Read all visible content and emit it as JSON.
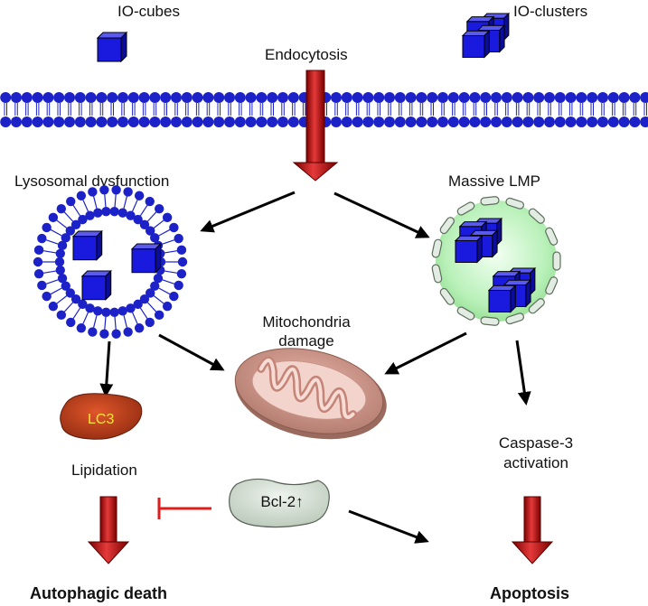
{
  "labels": {
    "io_cubes": "IO-cubes",
    "io_clusters": "IO-clusters",
    "endocytosis": "Endocytosis",
    "lysosomal_dysfunction": "Lysosomal dysfunction",
    "massive_lmp": "Massive LMP",
    "mitochondria_line1": "Mitochondria",
    "mitochondria_line2": "damage",
    "lc3": "LC3",
    "lipidation": "Lipidation",
    "bcl2": "Bcl-2↑",
    "caspase_line1": "Caspase-3",
    "caspase_line2": "activation",
    "autophagic_death": "Autophagic death",
    "apoptosis": "Apoptosis"
  },
  "colors": {
    "cube_blue": "#1a1adf",
    "membrane_blue": "#1c22c8",
    "red_arrow": "#c80f0f",
    "inhibit_red": "#e21b1b",
    "lmp_green": "#bff2bf",
    "mito_outer": "#c48a7c",
    "lc3_fill": "#b0391a",
    "bcl2_fill": "#d5e0d4"
  }
}
